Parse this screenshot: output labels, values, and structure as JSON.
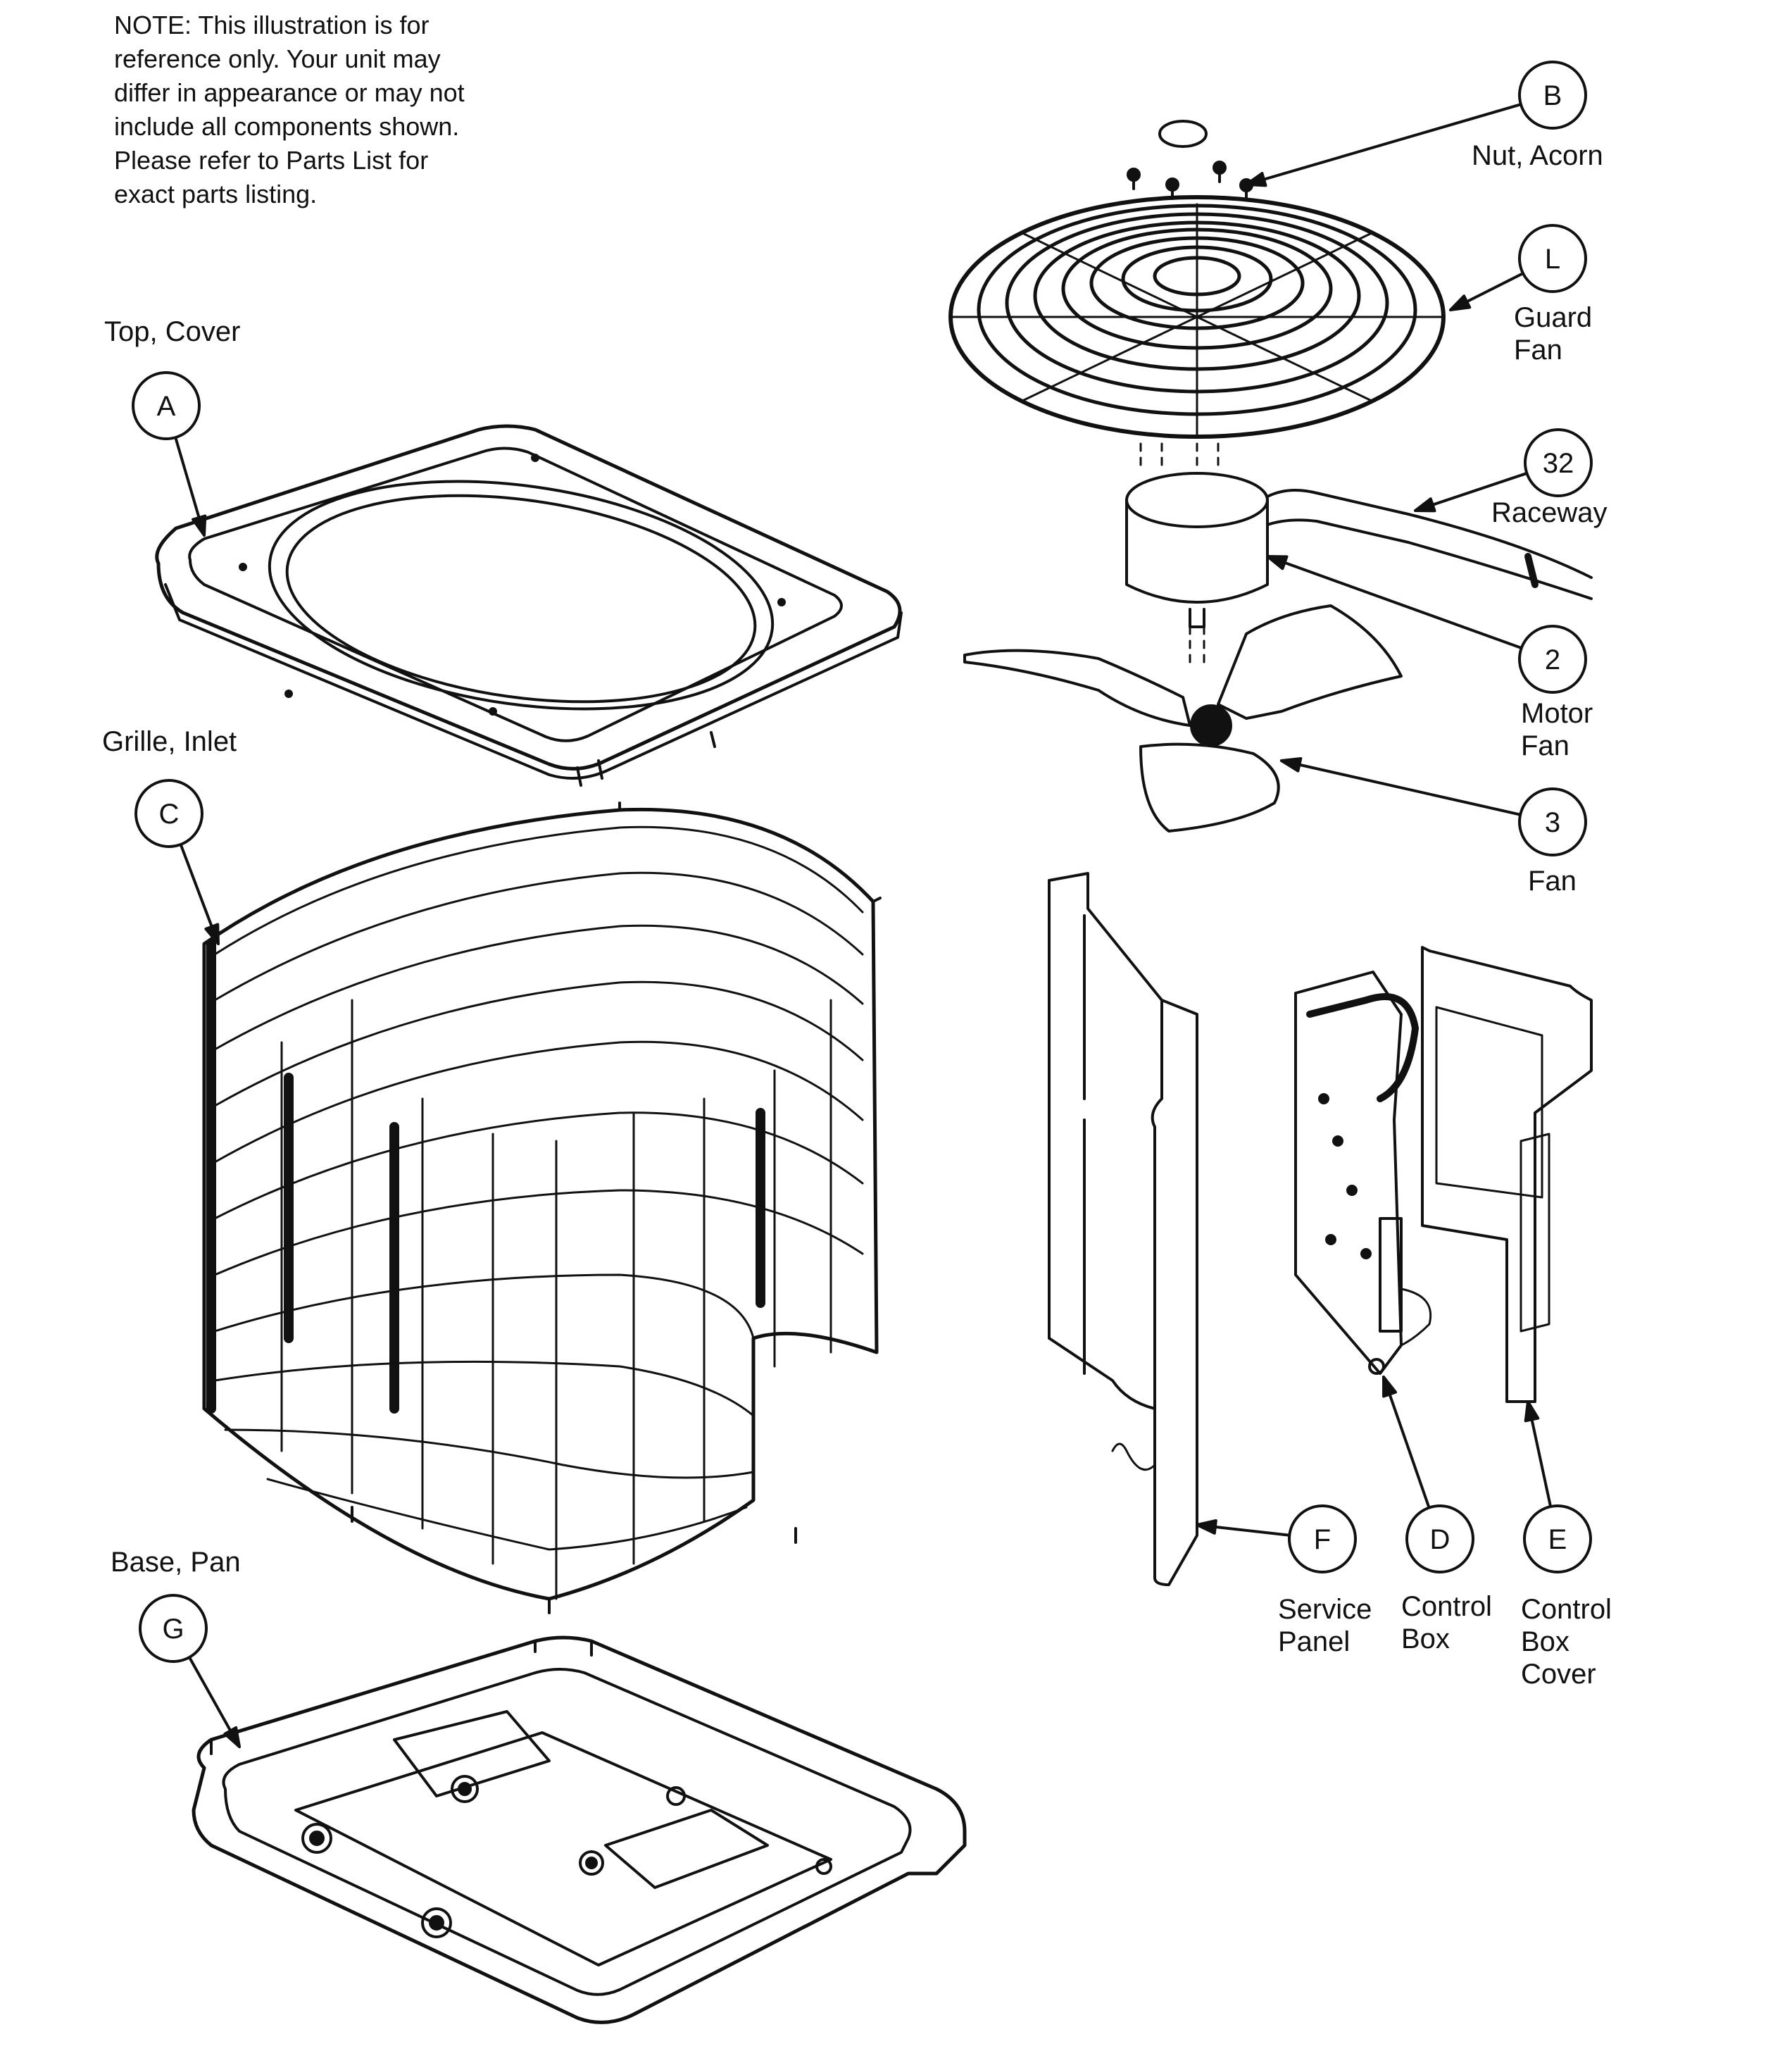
{
  "note": "NOTE: This illustration is for\nreference only.  Your unit may\ndiffer in appearance or may not\ninclude all components shown.\nPlease refer to Parts List for\nexact parts listing.",
  "parts": {
    "top_cover": {
      "callout": "A",
      "label": "Top, Cover"
    },
    "nut_acorn": {
      "callout": "B",
      "label": "Nut, Acorn"
    },
    "grille_inlet": {
      "callout": "C",
      "label": "Grille, Inlet"
    },
    "control_box": {
      "callout": "D",
      "label": "Control\nBox"
    },
    "control_box_cover": {
      "callout": "E",
      "label": "Control\nBox\nCover"
    },
    "service_panel": {
      "callout": "F",
      "label": "Service\nPanel"
    },
    "base_pan": {
      "callout": "G",
      "label": "Base, Pan"
    },
    "guard_fan": {
      "callout": "L",
      "label": "Guard\nFan"
    },
    "motor_fan": {
      "callout": "2",
      "label": "Motor\nFan"
    },
    "fan": {
      "callout": "3",
      "label": "Fan"
    },
    "raceway": {
      "callout": "32",
      "label": "Raceway"
    }
  }
}
